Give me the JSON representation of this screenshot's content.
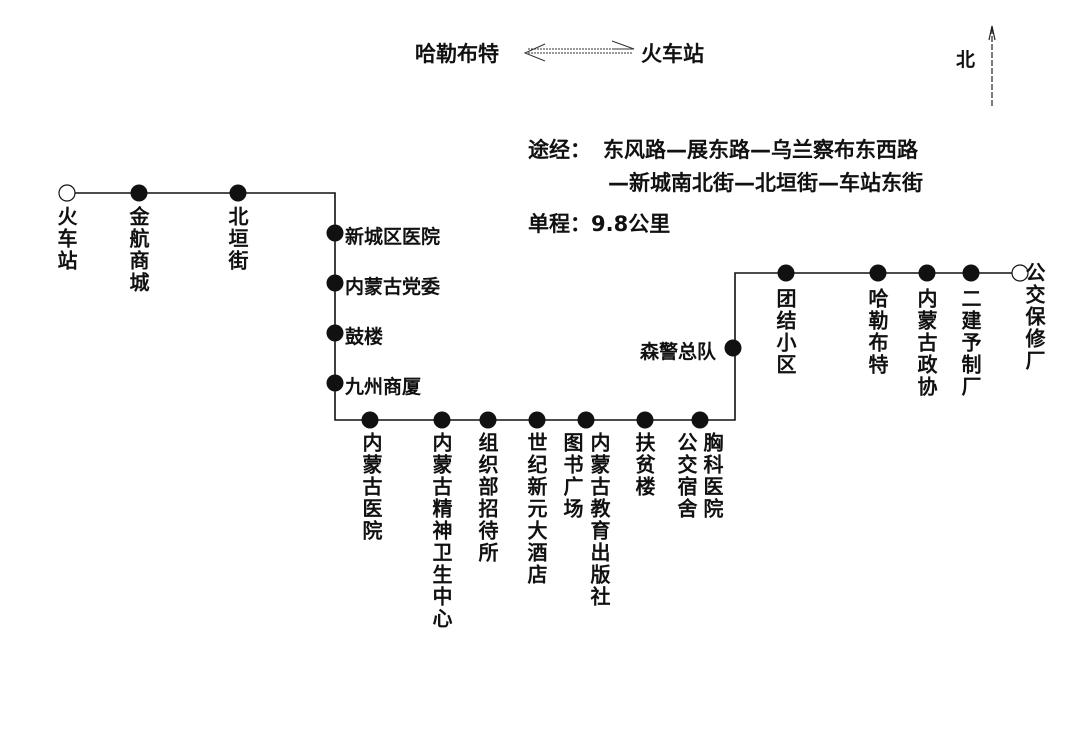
{
  "header": {
    "from": "哈勒布特",
    "to": "火车站",
    "north_label": "北"
  },
  "info": {
    "via_label": "途经：",
    "via_line1": "东风路—展东路—乌兰察布东西路",
    "via_line2": "—新城南北街—北垣街—车站东街",
    "distance": "单程：9.8公里"
  },
  "stops": [
    {
      "name": "火车站",
      "terminal": true
    },
    {
      "name": "金航商城",
      "terminal": false
    },
    {
      "name": "北垣街",
      "terminal": false
    },
    {
      "name": "新城区医院",
      "terminal": false
    },
    {
      "name": "内蒙古党委",
      "terminal": false
    },
    {
      "name": "鼓楼",
      "terminal": false
    },
    {
      "name": "九州商厦",
      "terminal": false
    },
    {
      "name": "内蒙古医院",
      "terminal": false
    },
    {
      "name": "内蒙古精神卫生中心",
      "terminal": false
    },
    {
      "name": "组织部招待所",
      "terminal": false
    },
    {
      "name": "世纪新元大酒店",
      "terminal": false
    },
    {
      "name": "图书广场",
      "name2": "内蒙古教育出版社",
      "terminal": false
    },
    {
      "name": "扶贫楼",
      "terminal": false
    },
    {
      "name": "公交宿舍",
      "name2": "胸科医院",
      "terminal": false
    },
    {
      "name": "森警总队",
      "terminal": false
    },
    {
      "name": "团结小区",
      "terminal": false
    },
    {
      "name": "哈勒布特",
      "terminal": false
    },
    {
      "name": "内蒙古政协",
      "terminal": false
    },
    {
      "name": "二建予制厂",
      "terminal": false
    },
    {
      "name": "公交保修厂",
      "terminal": true
    }
  ]
}
